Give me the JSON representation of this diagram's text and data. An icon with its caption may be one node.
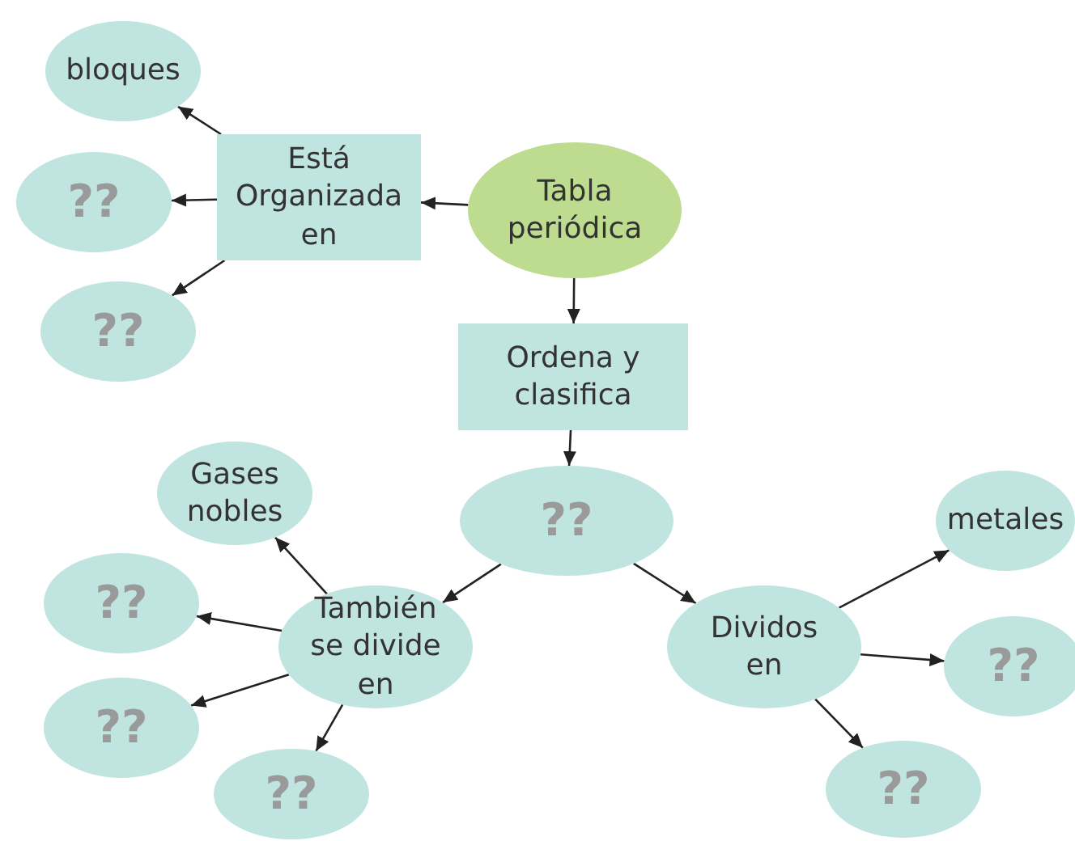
{
  "diagram": {
    "nodes": [
      {
        "text": [
          "Tabla periódica"
        ]
      },
      {
        "text": [
          "Está Organizada en"
        ]
      },
      {
        "text": [
          "bloques"
        ]
      },
      {
        "text": [
          "??"
        ]
      },
      {
        "text": [
          "??"
        ]
      },
      {
        "text": [
          "Ordena y clasifica"
        ]
      },
      {
        "text": [
          "??"
        ]
      },
      {
        "text": [
          "Gases nobles"
        ]
      },
      {
        "text": [
          "También se divide en"
        ]
      },
      {
        "text": [
          "??"
        ]
      },
      {
        "text": [
          "??"
        ]
      },
      {
        "text": [
          "??"
        ]
      },
      {
        "text": [
          "Dividos en"
        ]
      },
      {
        "text": [
          "metales"
        ]
      },
      {
        "text": [
          "??"
        ]
      },
      {
        "text": [
          "??"
        ]
      }
    ],
    "edges": [
      {
        "from": 0,
        "to": 1,
        "arrow": "to"
      },
      {
        "from": 1,
        "to": 2,
        "arrow": "to"
      },
      {
        "from": 1,
        "to": 3,
        "arrow": "to"
      },
      {
        "from": 1,
        "to": 4,
        "arrow": "to"
      },
      {
        "from": 0,
        "to": 5,
        "arrow": "to"
      },
      {
        "from": 5,
        "to": 6,
        "arrow": "to"
      },
      {
        "from": 6,
        "to": 8,
        "arrow": "to"
      },
      {
        "from": 6,
        "to": 12,
        "arrow": "to"
      },
      {
        "from": 8,
        "to": 7,
        "arrow": "to"
      },
      {
        "from": 8,
        "to": 9,
        "arrow": "to"
      },
      {
        "from": 8,
        "to": 10,
        "arrow": "to"
      },
      {
        "from": 8,
        "to": 11,
        "arrow": "to"
      },
      {
        "from": 12,
        "to": 13,
        "arrow": "to"
      },
      {
        "from": 12,
        "to": 14,
        "arrow": "to"
      },
      {
        "from": 12,
        "to": 15,
        "arrow": "to"
      }
    ]
  }
}
